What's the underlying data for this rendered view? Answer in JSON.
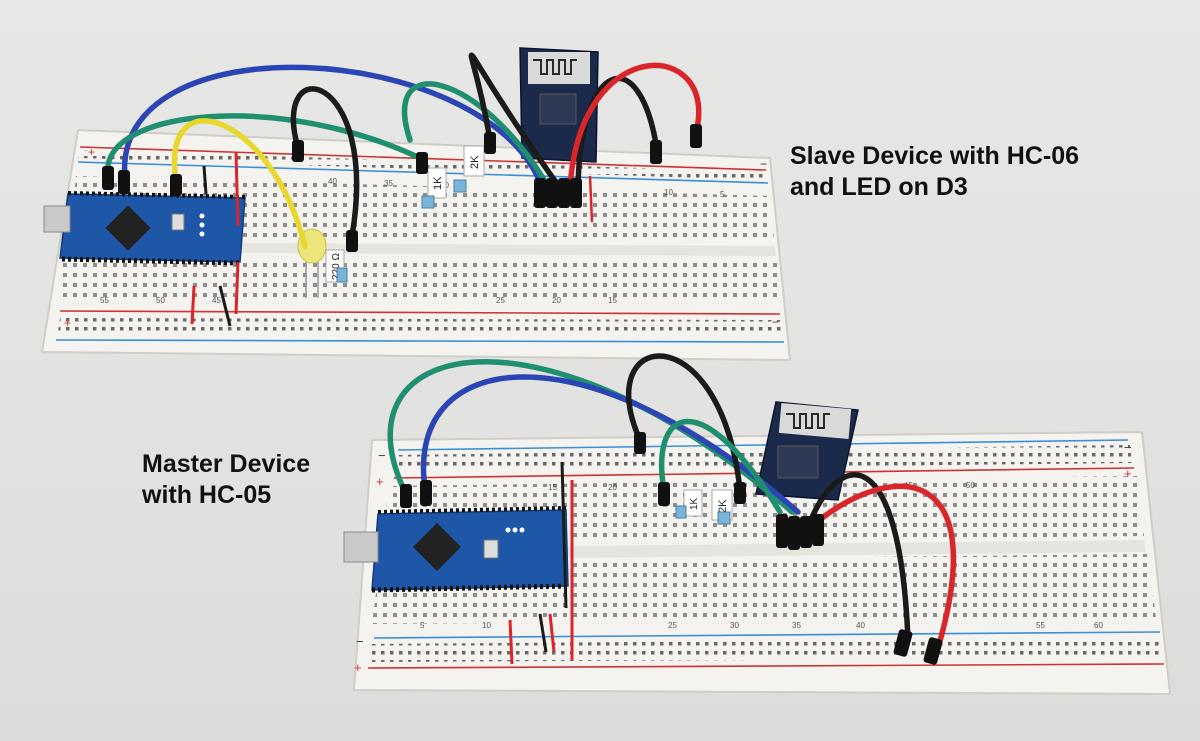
{
  "captions": {
    "slave_line1": "Slave Device with HC-06",
    "slave_line2": "and LED on D3",
    "master_line1": "Master Device",
    "master_line2": "with HC-05"
  },
  "labels": {
    "slave_r1": "1K",
    "slave_r2": "2K",
    "slave_led_r": "220 Ω",
    "master_r1": "1K",
    "master_r2": "2K",
    "plus": "+",
    "minus": "−"
  },
  "slave_board_numbers": [
    "55",
    "50",
    "45",
    "40",
    "35",
    "30",
    "25",
    "20",
    "15",
    "10",
    "5"
  ],
  "master_board_numbers": [
    "5",
    "10",
    "15",
    "20",
    "25",
    "30",
    "35",
    "40",
    "45",
    "50",
    "55",
    "60"
  ],
  "wire_colors": {
    "blue": "#2b45b5",
    "green": "#1f8f6f",
    "black": "#1b1b1b",
    "red": "#d8262a",
    "yellow": "#e9d730"
  }
}
